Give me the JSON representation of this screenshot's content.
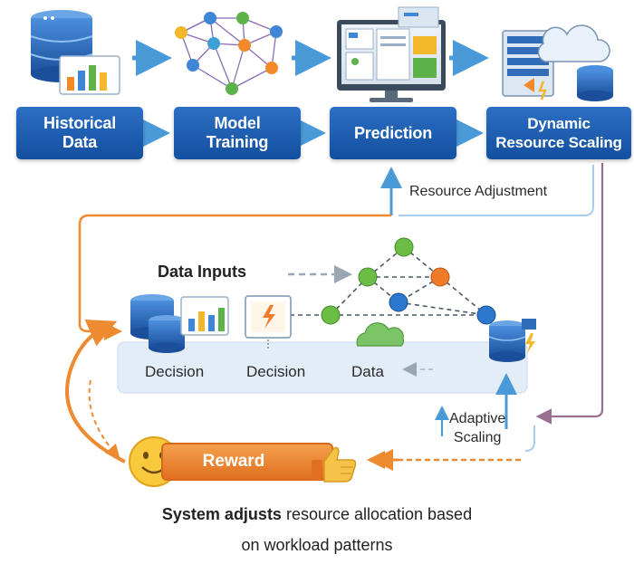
{
  "stages": [
    {
      "label": "Historical\nData"
    },
    {
      "label": "Model\nTraining"
    },
    {
      "label": "Prediction"
    },
    {
      "label": "Dynamic\nResource Scaling"
    }
  ],
  "loop": {
    "resource_adjustment": "Resource Adjustment",
    "data_inputs": "Data Inputs",
    "decision_1": "Decision",
    "decision_2": "Decision",
    "data": "Data",
    "adaptive_scaling": "Adaptive\nScaling",
    "reward": "Reward"
  },
  "caption": {
    "bold": "System adjusts",
    "rest_line1": " resource allocation based",
    "line2": "on workload patterns"
  },
  "colors": {
    "stage_blue": "#1a59a8",
    "arrow_blue": "#4a9ad8",
    "orange": "#ee8a30",
    "purple": "#9a7090",
    "node_green": "#6cbd45",
    "node_blue": "#2d78cf",
    "node_orange": "#f07a28"
  }
}
